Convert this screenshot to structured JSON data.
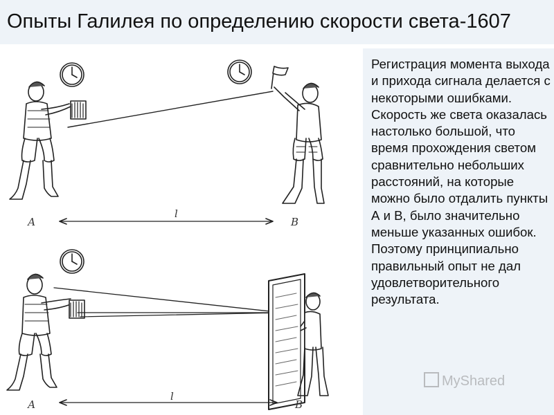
{
  "slide": {
    "title": "Опыты Галилея по определению скорости света-1607",
    "body": "Регистрация момента выхода и прихода сигнала делается с некоторыми ошибками. Скорость же света оказалась настолько большой, что время прохождения светом сравнительно небольших расстояний, на которые можно было отдалить пункты А и В, было значительно меньше указанных ошибок. Поэтому принципиально правильный опыт не дал удовлетворительного результата."
  },
  "illustration": {
    "top": {
      "point_a": "А",
      "point_b": "В",
      "distance": "l"
    },
    "bottom": {
      "point_a": "А",
      "point_b": "В",
      "distance": "l"
    }
  },
  "watermark": {
    "text": "MyShared"
  }
}
